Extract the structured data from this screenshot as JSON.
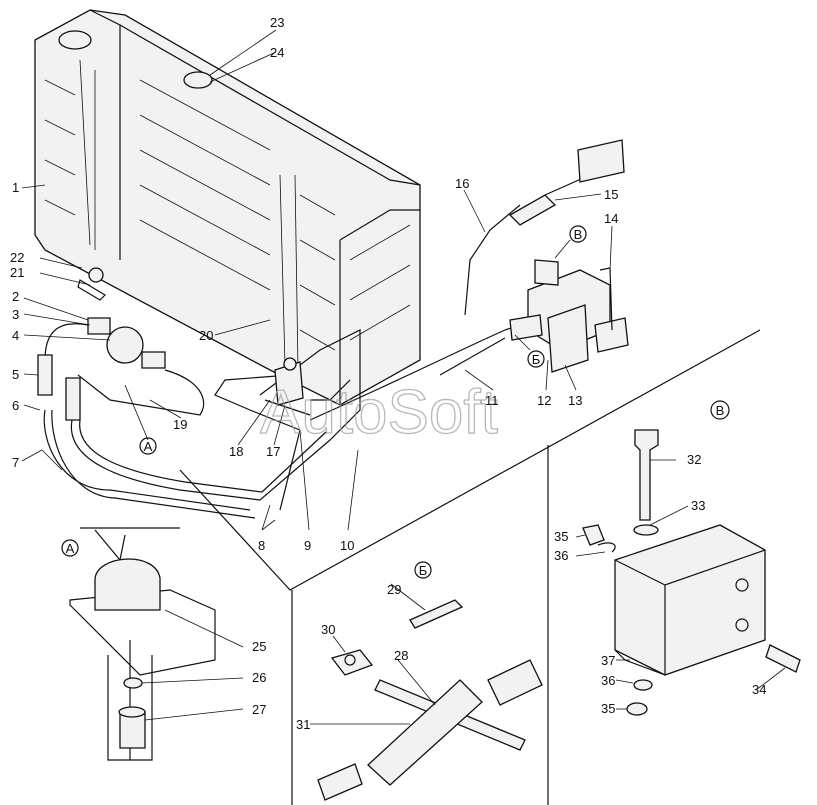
{
  "watermark": "AutoSoft",
  "views": {
    "A": "А",
    "B": "Б",
    "V": "В"
  },
  "callouts": {
    "n1": "1",
    "n2": "2",
    "n3": "3",
    "n4": "4",
    "n5": "5",
    "n6": "6",
    "n7": "7",
    "n8": "8",
    "n9": "9",
    "n10": "10",
    "n11": "11",
    "n12": "12",
    "n13": "13",
    "n14": "14",
    "n15": "15",
    "n16": "16",
    "n17": "17",
    "n18": "18",
    "n19": "19",
    "n20": "20",
    "n21": "21",
    "n22": "22",
    "n23": "23",
    "n24": "24",
    "n25": "25",
    "n26": "26",
    "n27": "27",
    "n28": "28",
    "n29": "29",
    "n30": "30",
    "n31": "31",
    "n32": "32",
    "n33": "33",
    "n34": "34",
    "n35a": "35",
    "n35b": "35",
    "n36a": "36",
    "n36b": "36",
    "n37": "37"
  }
}
